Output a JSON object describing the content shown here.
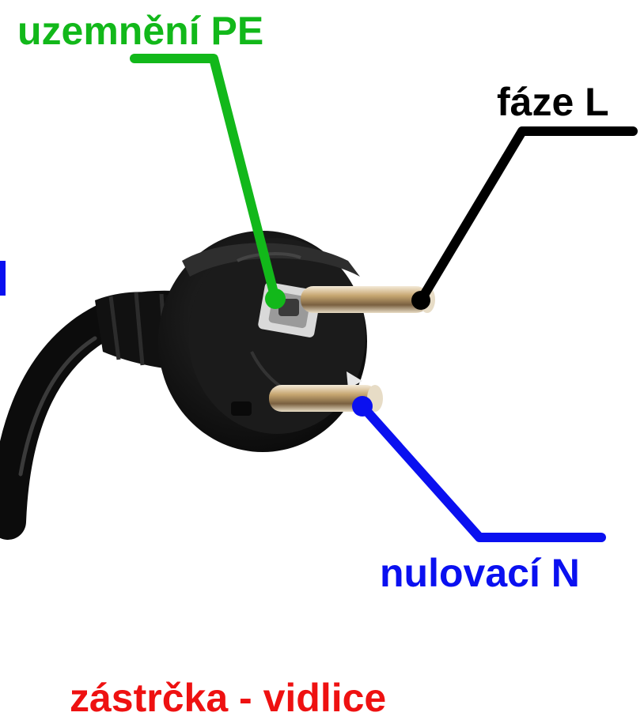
{
  "labels": {
    "ground": "uzemnění PE",
    "phase": "fáze L",
    "neutral": "nulovací N",
    "title": "zástrčka - vidlice"
  },
  "colors": {
    "ground": "#12b81a",
    "phase": "#000000",
    "neutral": "#0a10f0",
    "title": "#ee1111",
    "plug_body": "#141414",
    "pin_metal": "#c8b088"
  },
  "icons": {
    "plug": "schuko-plug-photo"
  }
}
